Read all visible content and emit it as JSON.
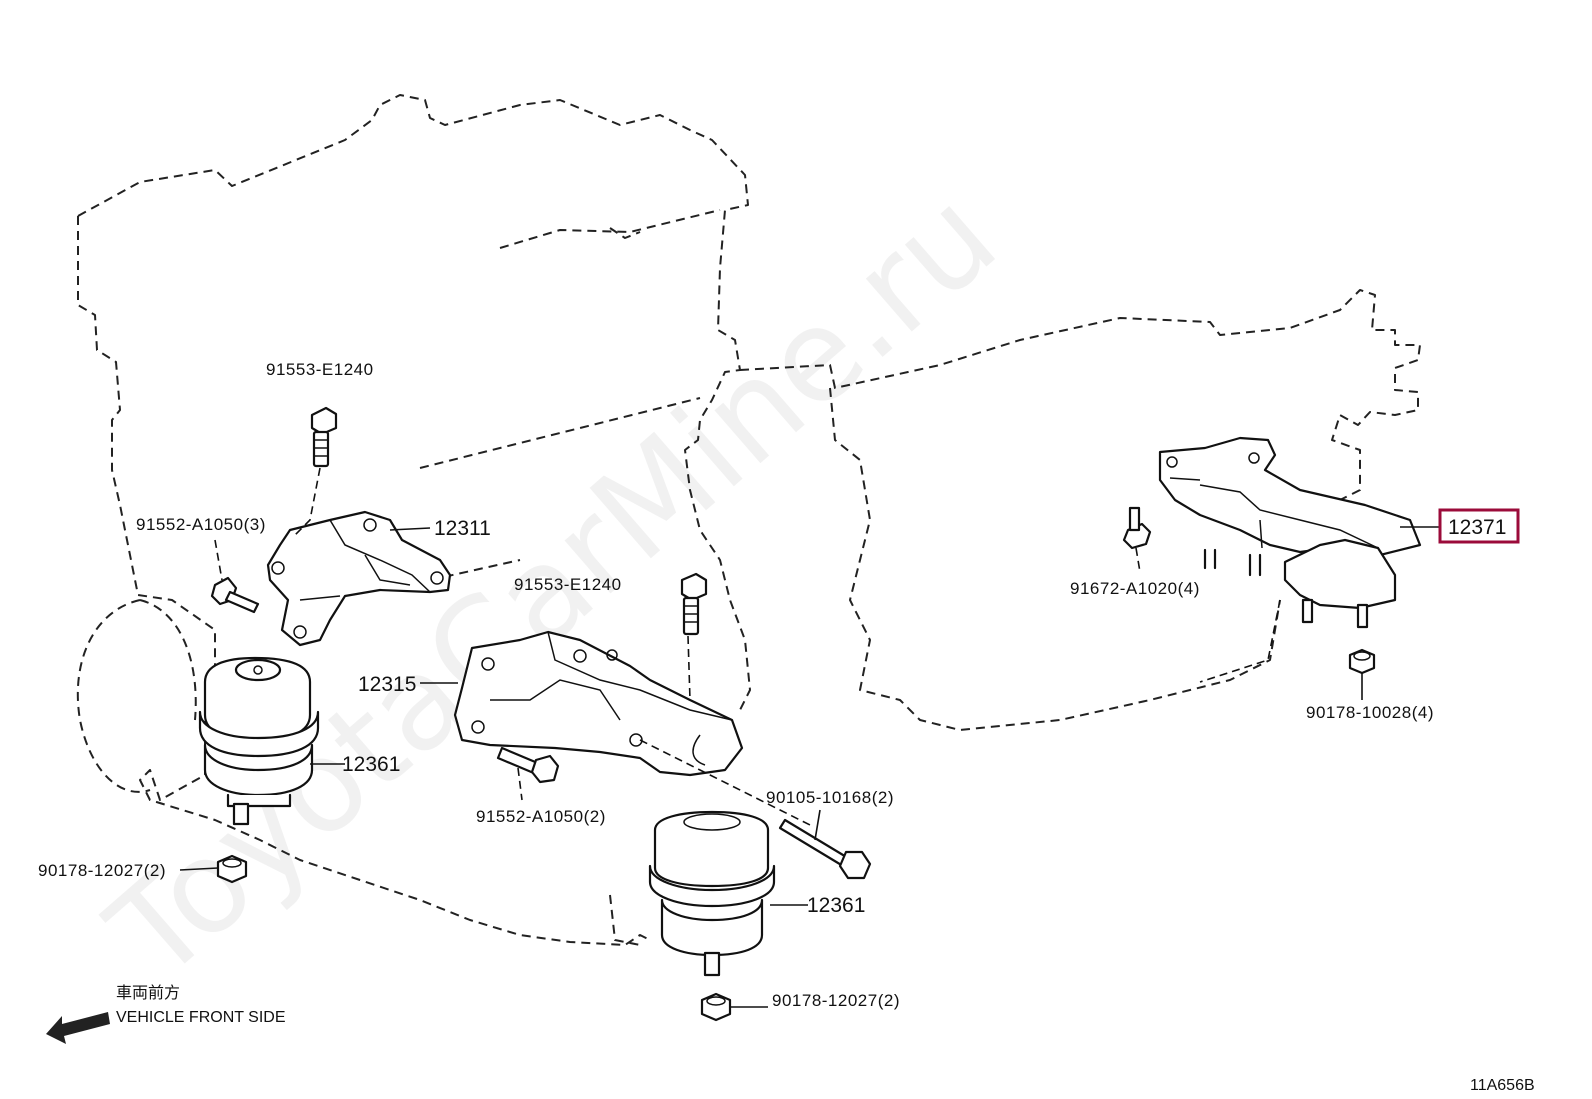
{
  "labels": {
    "bolt_top_left": "91553-E1240",
    "bracket_left": "12311",
    "bolt_left_3": "91552-A1050(3)",
    "bolt_mid": "91553-E1240",
    "bracket_right": "12315",
    "mount_left": "12361",
    "bolt_lower_2": "91552-A1050(2)",
    "bolt_long": "90105-10168(2)",
    "mount_center": "12361",
    "nut_left": "90178-12027(2)",
    "nut_center": "90178-12027(2)",
    "rear_mount": "12371",
    "stud_bolt": "91672-A1020(4)",
    "rear_nut": "90178-10028(4)"
  },
  "direction": {
    "jp": "車両前方",
    "en": "VEHICLE FRONT SIDE",
    "icon": "arrow-left-icon"
  },
  "diagram_code": "11A656B",
  "watermark": "ToyotaCarMine.ru",
  "colors": {
    "highlight": "#9b0b3a",
    "line": "#111111",
    "watermark": "#d8d8d8"
  }
}
